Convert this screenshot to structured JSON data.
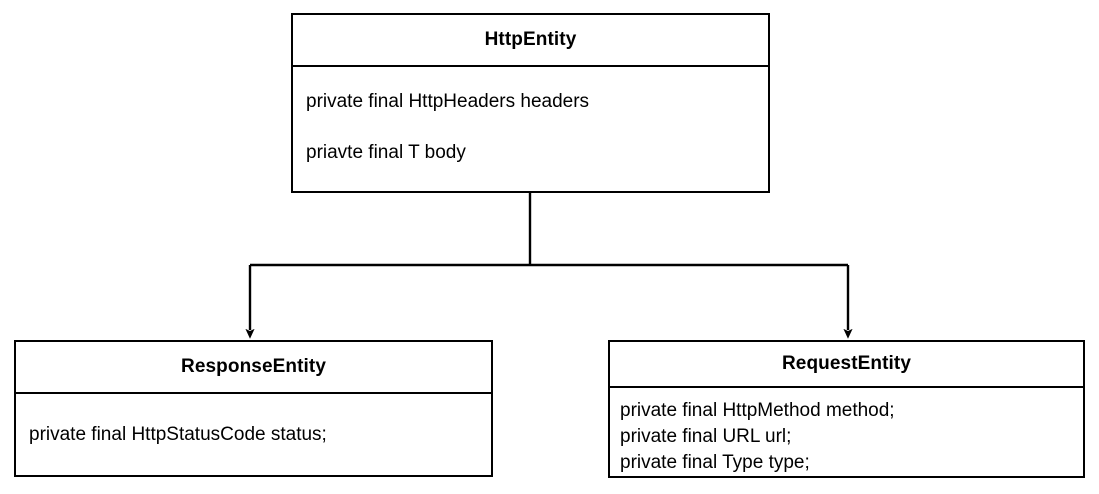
{
  "diagram": {
    "kind": "uml-class-diagram",
    "background_color": "#ffffff",
    "line_color": "#000000",
    "text_color": "#000000",
    "classes": [
      {
        "id": "httpentity",
        "name": "HttpEntity",
        "role": "superclass",
        "attributes": [
          "private final HttpHeaders headers",
          "priavte final T body"
        ]
      },
      {
        "id": "responseentity",
        "name": "ResponseEntity",
        "role": "subclass",
        "attributes": [
          "private final HttpStatusCode status;"
        ]
      },
      {
        "id": "requestentity",
        "name": "RequestEntity",
        "role": "subclass",
        "attributes": [
          "private final HttpMethod method;",
          "private final URL url;",
          "private final Type type;"
        ]
      }
    ],
    "relations": [
      {
        "id": "httpentity-to-responseentity",
        "type": "inheritance",
        "from": "HttpEntity",
        "to": "ResponseEntity",
        "arrow": "open-arrow-head"
      },
      {
        "id": "httpentity-to-requestentity",
        "type": "inheritance",
        "from": "HttpEntity",
        "to": "RequestEntity",
        "arrow": "open-arrow-head"
      }
    ]
  }
}
